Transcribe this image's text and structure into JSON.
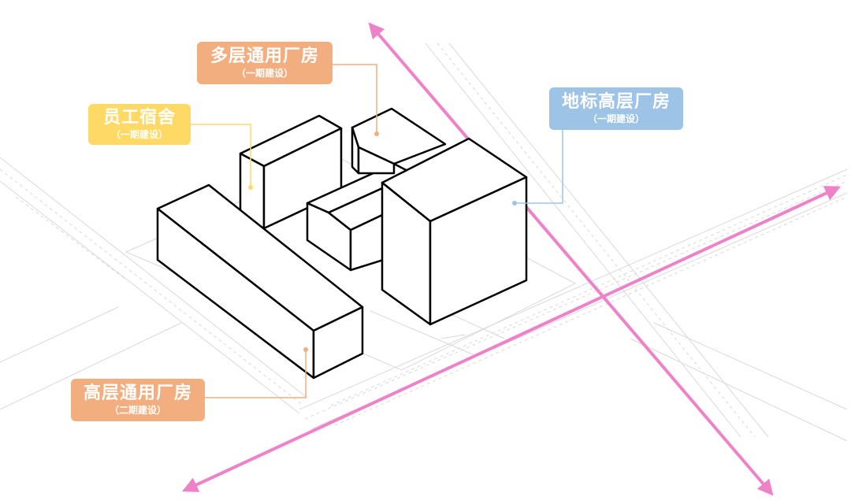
{
  "colors": {
    "orange": "#F2AE7E",
    "yellow": "#FFD966",
    "blue": "#9DC3E6",
    "pink": "#EE82C8",
    "road": "#D9D9D9"
  },
  "labels": {
    "multi_storey": {
      "title": "多层通用厂房",
      "phase": "（一期建设）"
    },
    "dormitory": {
      "title": "员工宿舍",
      "phase": "（一期建设）"
    },
    "landmark": {
      "title": "地标高层厂房",
      "phase": "（一期建设）"
    },
    "high_rise": {
      "title": "高层通用厂房",
      "phase": "（二期建设）"
    }
  }
}
